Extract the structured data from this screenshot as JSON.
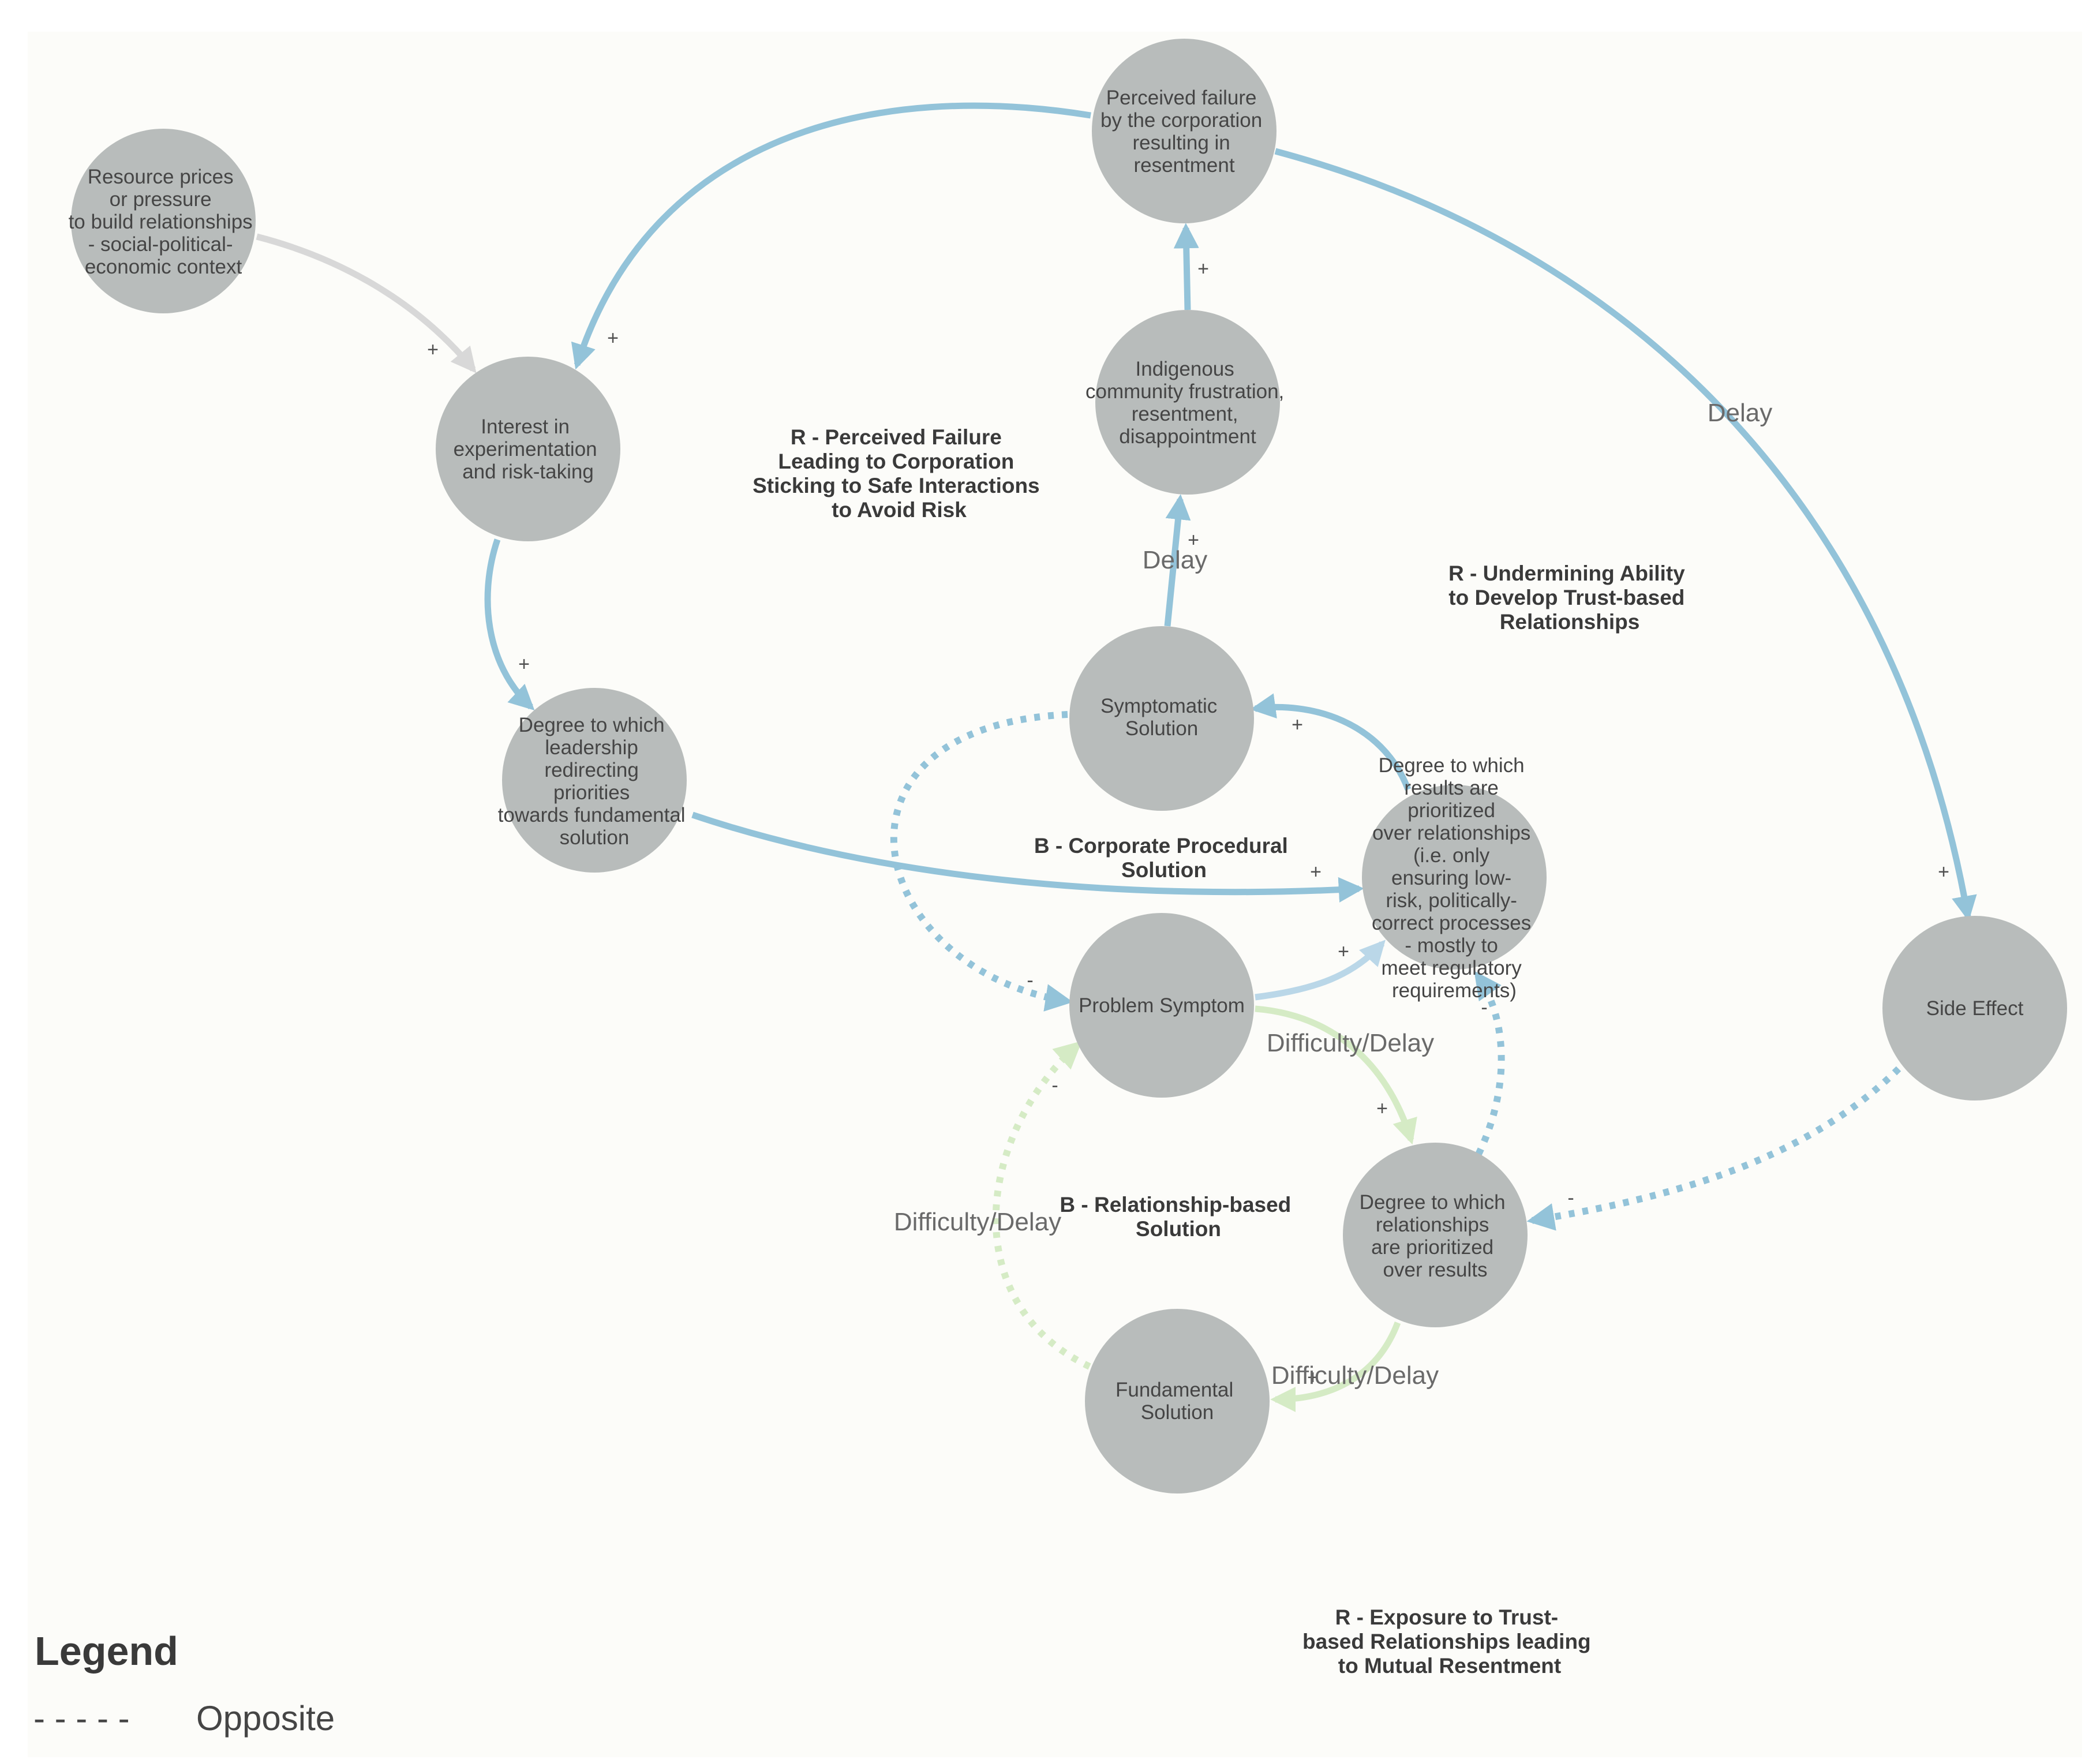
{
  "colors": {
    "background": "#fcfcf9",
    "node_fill": "#b8bcbb",
    "link_blue": "#93c3d9",
    "link_light_blue": "#bad7e8",
    "link_grey": "#d8d8d8",
    "link_green": "#d5ebc5"
  },
  "nodes": {
    "resource": [
      "Resource prices",
      "or pressure",
      "to build relationships",
      "- social-political-",
      "economic context"
    ],
    "interest": [
      "Interest in",
      "experimentation",
      "and risk-taking"
    ],
    "leadership": [
      "Degree to which",
      "leadership",
      "redirecting",
      "priorities",
      "towards fundamental",
      "solution"
    ],
    "perceived": [
      "Perceived failure",
      "by the corporation",
      "resulting in",
      "resentment"
    ],
    "indigenous": [
      "Indigenous",
      "community frustration,",
      "resentment,",
      "disappointment"
    ],
    "symptomatic": [
      "Symptomatic",
      "Solution"
    ],
    "results": [
      "Degree to which",
      "results are",
      "prioritized",
      "over relationships",
      "(i.e. only",
      "ensuring low-",
      "risk, politically-",
      "correct processes",
      "- mostly to",
      "meet regulatory",
      "requirements)"
    ],
    "problem": [
      "Problem Symptom"
    ],
    "relationships": [
      "Degree to which",
      "relationships",
      "are prioritized",
      "over results"
    ],
    "fundamental": [
      "Fundamental",
      "Solution"
    ],
    "side": [
      "Side Effect"
    ]
  },
  "loops": {
    "perceived_failure": [
      "R - Perceived Failure",
      "Leading to Corporation",
      "Sticking to Safe Interactions",
      "to Avoid Risk"
    ],
    "undermining": [
      "R - Undermining Ability",
      "to Develop Trust-based",
      "Relationships"
    ],
    "corporate": [
      "B - Corporate Procedural",
      "Solution"
    ],
    "relationship_based": [
      "B - Relationship-based",
      "Solution"
    ],
    "exposure": [
      "R - Exposure to Trust-",
      "based Relationships leading",
      "to Mutual Resentment"
    ]
  },
  "polarity": {
    "plus": "+",
    "minus": "-"
  },
  "delays": {
    "delay": "Delay",
    "difficulty_delay": "Difficulty/Delay"
  },
  "legend": {
    "title": "Legend",
    "dash_sample": "- - - - -",
    "opposite": "Opposite"
  }
}
